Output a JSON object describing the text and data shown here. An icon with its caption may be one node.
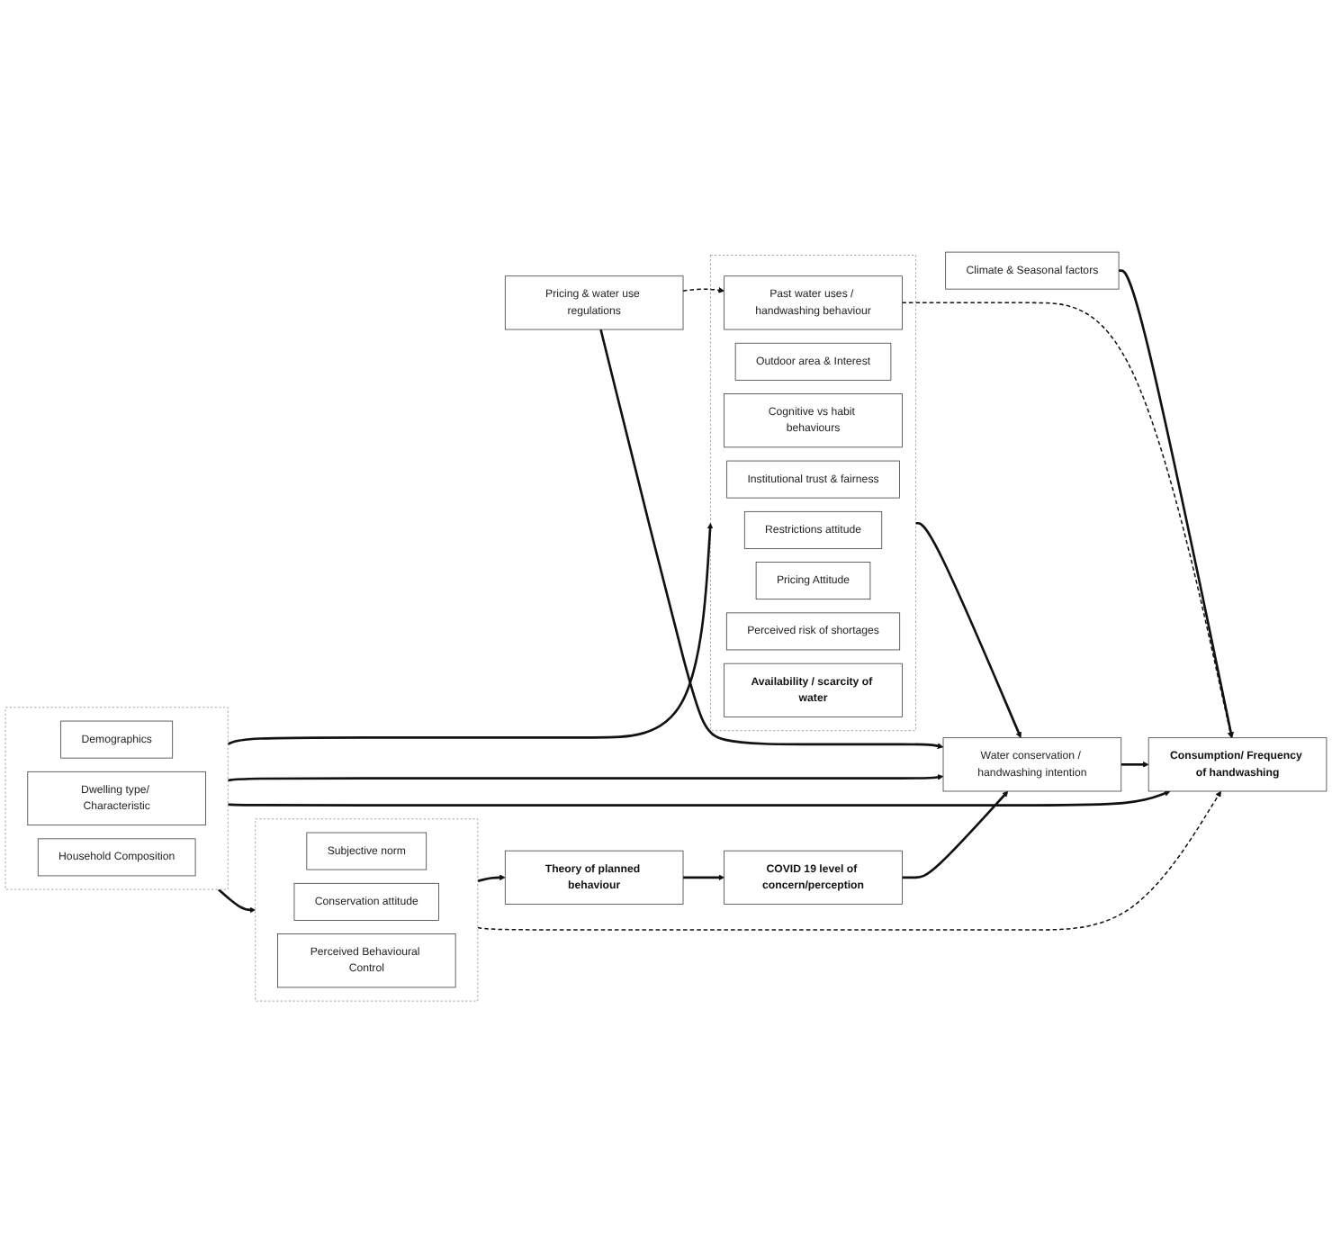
{
  "diagram": {
    "nodes": [
      {
        "text": [],
        "shape": "box"
      },
      {
        "text": [
          "Demographics"
        ],
        "in": 0
      },
      {
        "text": [
          "Dwelling type/ Characteristic"
        ],
        "in": 0
      },
      {
        "text": [
          "Household Composition"
        ],
        "in": 0
      },
      {
        "text": [
          "Pricing & water use regulations"
        ]
      },
      {
        "text": [
          "Climate & Seasonal factors"
        ]
      },
      {
        "text": [],
        "shape": "box"
      },
      {
        "text": [
          "Past water uses / handwashing behaviour"
        ],
        "in": 6
      },
      {
        "text": [
          "Outdoor area & Interest"
        ],
        "in": 6
      },
      {
        "text": [
          "Cognitive vs habit behaviours"
        ],
        "in": 6
      },
      {
        "text": [
          "Institutional trust & fairness"
        ],
        "in": 6
      },
      {
        "text": [
          "Restrictions attitude"
        ],
        "in": 6
      },
      {
        "text": [
          "Pricing Attitude"
        ],
        "in": 6
      },
      {
        "text": [
          "Perceived risk of shortages"
        ],
        "in": 6
      },
      {
        "text": [
          "Availability / scarcity of water"
        ],
        "in": 6
      },
      {
        "text": [
          "Water conservation / handwashing intention"
        ]
      },
      {
        "text": [
          "Consumption/ Frequency of handwashing"
        ]
      },
      {
        "text": [
          "COVID 19 level of concern/perception"
        ]
      },
      {
        "text": [
          "Theory of planned behaviour"
        ]
      },
      {
        "text": [],
        "shape": "box"
      },
      {
        "text": [
          "Subjective norm"
        ],
        "in": 19
      },
      {
        "text": [
          "Conservation attitude"
        ],
        "in": 19
      },
      {
        "text": [
          "Perceived Behavioural Control"
        ],
        "in": 19
      }
    ],
    "edges": [
      {
        "from": 0,
        "to": 6,
        "arrow": "to"
      },
      {
        "from": 0,
        "to": 15,
        "arrow": "to"
      },
      {
        "from": 0,
        "to": 16,
        "arrow": "to"
      },
      {
        "from": 0,
        "to": 19,
        "arrow": "to"
      },
      {
        "from": 4,
        "to": 7,
        "arrow": "to",
        "style": "dashed"
      },
      {
        "from": 4,
        "to": 15,
        "arrow": "to"
      },
      {
        "from": 5,
        "to": 16,
        "arrow": "to"
      },
      {
        "from": 7,
        "to": 16,
        "arrow": "to",
        "style": "dashed"
      },
      {
        "from": 6,
        "to": 15,
        "arrow": "to"
      },
      {
        "from": 15,
        "to": 16,
        "arrow": "to"
      },
      {
        "from": 17,
        "to": 15,
        "arrow": "to"
      },
      {
        "from": 18,
        "to": 17,
        "arrow": "to"
      },
      {
        "from": 19,
        "to": 18,
        "arrow": "to"
      },
      {
        "from": 19,
        "to": 16,
        "arrow": "to",
        "style": "dashed"
      }
    ]
  }
}
